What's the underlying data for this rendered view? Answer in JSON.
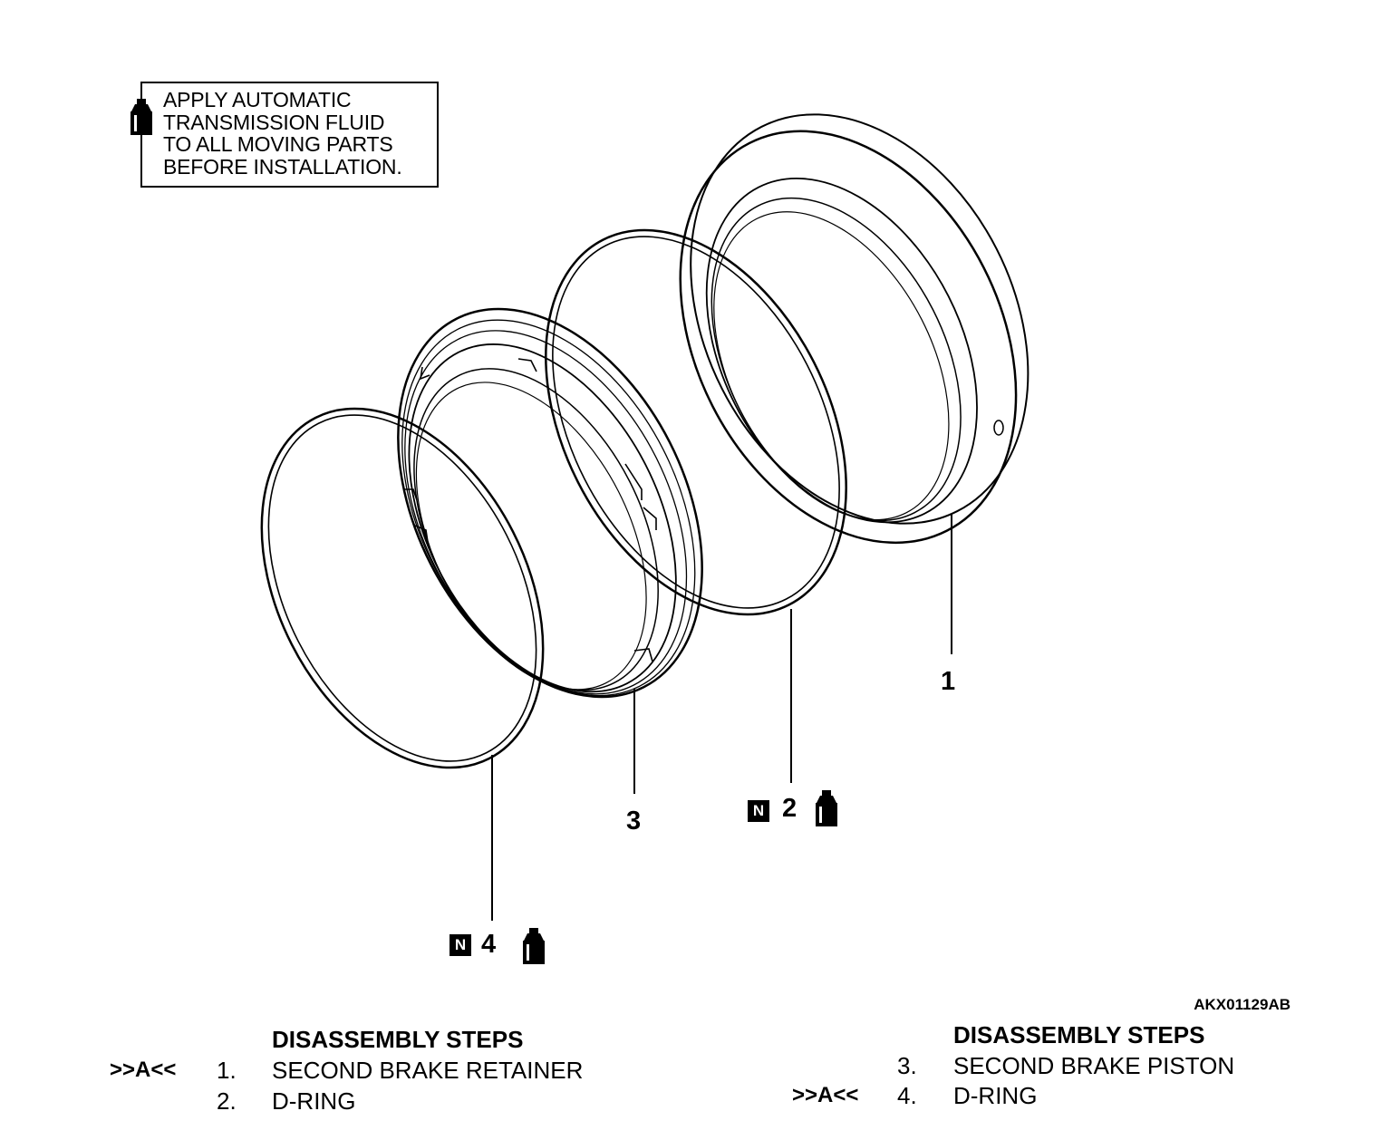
{
  "note": {
    "text": "APPLY AUTOMATIC\nTRANSMISSION FLUID\nTO ALL MOVING PARTS\nBEFORE INSTALLATION.",
    "icon": "atf-bottle-icon"
  },
  "callouts": {
    "part1": "1",
    "part2": "2",
    "part3": "3",
    "part4": "4",
    "new_part_badge": "N"
  },
  "reference_code": "AKX01129AB",
  "steps_left": {
    "title": "DISASSEMBLY STEPS",
    "items": [
      {
        "marker": ">>A<<",
        "number": "1.",
        "label": "SECOND BRAKE RETAINER"
      },
      {
        "marker": "",
        "number": "2.",
        "label": "D-RING"
      }
    ]
  },
  "steps_right": {
    "title": "DISASSEMBLY STEPS",
    "items": [
      {
        "marker": "",
        "number": "3.",
        "label": "SECOND BRAKE PISTON"
      },
      {
        "marker": ">>A<<",
        "number": "4.",
        "label": "D-RING"
      }
    ]
  }
}
